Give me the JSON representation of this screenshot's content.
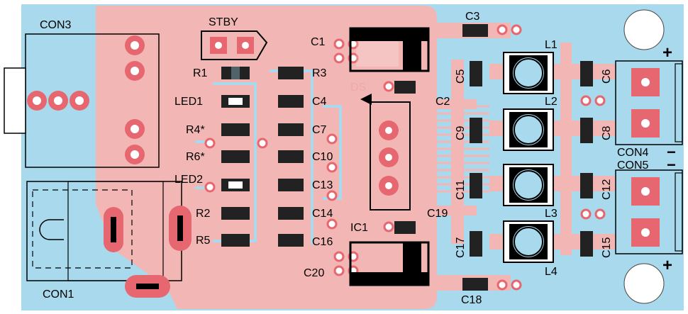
{
  "colors": {
    "background": "#ffffff",
    "board": "#a9d9ec",
    "copper": "#f2b7b4",
    "pad": "#e6676f",
    "hole": "#ffffff",
    "silk": "#000000",
    "ds_label": "#f0a8a8"
  },
  "labels": {
    "con3": "CON3",
    "con1": "CON1",
    "con4": "CON4",
    "con5": "CON5",
    "stby": "STBY",
    "r1": "R1",
    "r2": "R2",
    "r3": "R3",
    "r4": "R4*",
    "r5": "R5",
    "r6": "R6*",
    "led1": "LED1",
    "led2": "LED2",
    "c1": "C1",
    "c2": "C2",
    "c3": "C3",
    "c4": "C4",
    "c5": "C5",
    "c6": "C6",
    "c7": "C7",
    "c8": "C8",
    "c9": "C9",
    "c10": "C10",
    "c11": "C11",
    "c12": "C12",
    "c13": "C13",
    "c14": "C14",
    "c15": "C15",
    "c16": "C16",
    "c17": "C17",
    "c18": "C18",
    "c19": "C19",
    "c20": "C20",
    "l1": "L1",
    "l2": "L2",
    "l3": "L3",
    "l4": "L4",
    "ic1": "IC1",
    "ds": "DS",
    "plus_top": "+",
    "minus_con4": "−",
    "minus_con5": "−",
    "plus_bottom": "+"
  }
}
